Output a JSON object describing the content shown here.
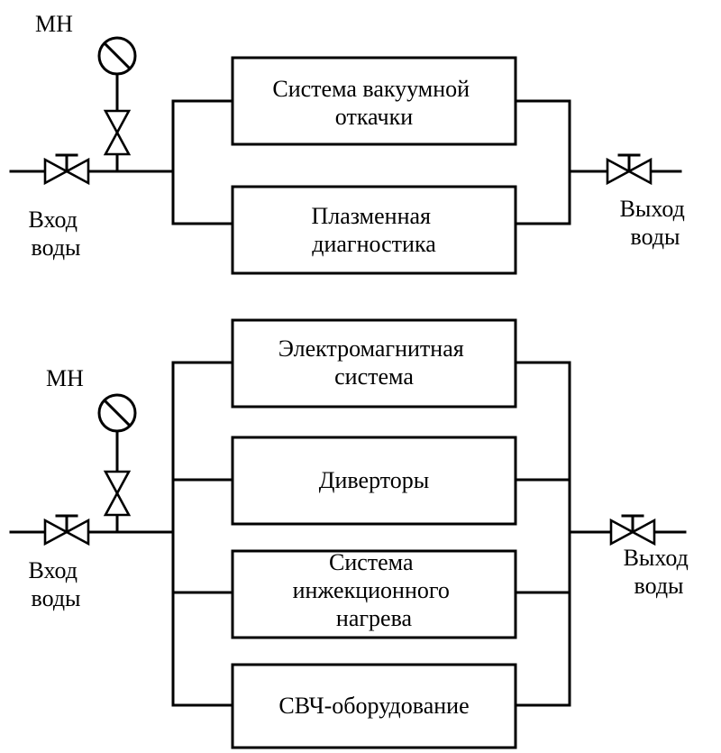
{
  "diagram1": {
    "gauge_label": "МН",
    "inlet_label": [
      "Вход",
      "воды"
    ],
    "outlet_label": [
      "Выход",
      "воды"
    ],
    "branches": [
      {
        "lines": [
          "Система вакуумной",
          "откачки"
        ]
      },
      {
        "lines": [
          "Плазменная",
          "диагностика"
        ]
      }
    ]
  },
  "diagram2": {
    "gauge_label": "МН",
    "inlet_label": [
      "Вход",
      "воды"
    ],
    "outlet_label": [
      "Выход",
      "воды"
    ],
    "branches": [
      {
        "lines": [
          "Электромагнитная",
          "система"
        ]
      },
      {
        "lines": [
          "Диверторы"
        ]
      },
      {
        "lines": [
          "Система",
          "инжекционного",
          "нагрева"
        ]
      },
      {
        "lines": [
          "СВЧ-оборудование"
        ]
      }
    ]
  }
}
